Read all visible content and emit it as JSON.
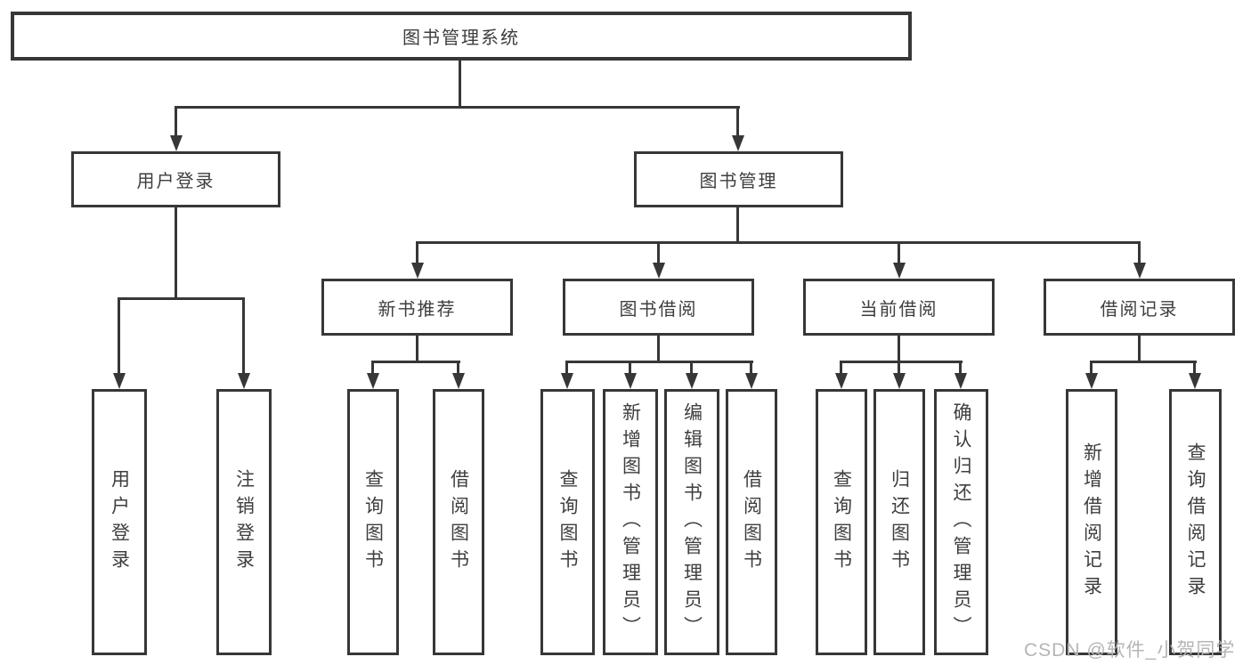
{
  "colors": {
    "line": "#373737",
    "text": "#3e3e3e",
    "background": "#ffffff",
    "watermark_text": "#b5b5b5"
  },
  "tree": {
    "root": {
      "label": "图书管理系统",
      "children": [
        {
          "label": "用户登录",
          "children": [
            {
              "label": "用户登录"
            },
            {
              "label": "注销登录"
            }
          ]
        },
        {
          "label": "图书管理",
          "children": [
            {
              "label": "新书推荐",
              "children": [
                {
                  "label": "查询图书"
                },
                {
                  "label": "借阅图书"
                }
              ]
            },
            {
              "label": "图书借阅",
              "children": [
                {
                  "label": "查询图书"
                },
                {
                  "label": "新增图书（管理员）"
                },
                {
                  "label": "编辑图书（管理员）"
                },
                {
                  "label": "借阅图书"
                }
              ]
            },
            {
              "label": "当前借阅",
              "children": [
                {
                  "label": "查询图书"
                },
                {
                  "label": "归还图书"
                },
                {
                  "label": "确认归还（管理员）"
                }
              ]
            },
            {
              "label": "借阅记录",
              "children": [
                {
                  "label": "新增借阅记录"
                },
                {
                  "label": "查询借阅记录"
                }
              ]
            }
          ]
        }
      ]
    }
  },
  "watermark": {
    "text": "CSDN @软件_小贺同学"
  }
}
